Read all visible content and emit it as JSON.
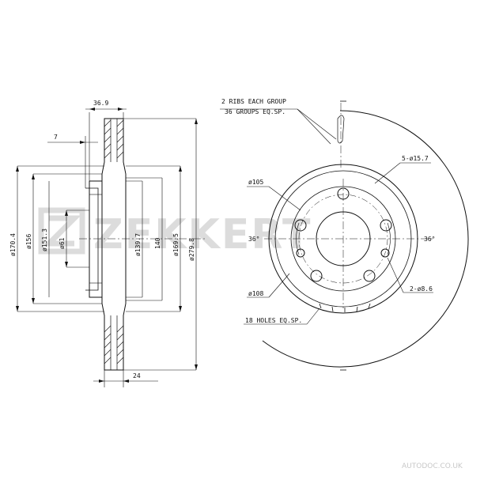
{
  "watermark": {
    "brand": "ZEKKERT",
    "site": "AUTODOC.CO.UK"
  },
  "side_view": {
    "dims": {
      "width_top": "36.9",
      "offset": "7",
      "d_outer": "ø170.4",
      "d_156": "ø156",
      "d_151": "ø151.3",
      "d_61": "ø61",
      "d_139": "ø139.7",
      "d_140": "140",
      "d_169": "ø169.5",
      "d_279": "ø279.8",
      "thickness": "24"
    }
  },
  "front_view": {
    "notes": {
      "ribs_line1": "2 RIBS EACH GROUP",
      "ribs_line2": "36 GROUPS EQ.SP.",
      "bolt_holes": "5-ø15.7",
      "pcd": "ø105",
      "angle_left": "36°",
      "angle_right": "36°",
      "inner_d": "ø108",
      "pin_holes": "2-ø8.6",
      "vent_holes": "18 HOLES EQ.SP."
    }
  }
}
